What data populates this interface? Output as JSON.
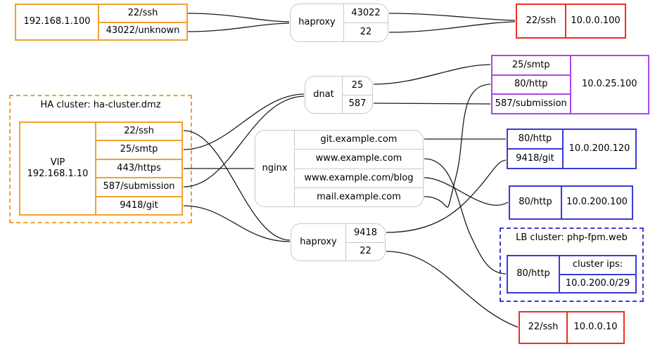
{
  "colors": {
    "orange": "#f0a030",
    "red": "#ee2e24",
    "purple": "#ab47e8",
    "blue": "#3a3ad6",
    "gray_node_border": "#c9c9c9",
    "edge": "#1b1b1b",
    "background": "#ffffff"
  },
  "clusters": {
    "ha": {
      "title": "HA cluster: ha-cluster.dmz"
    },
    "lb": {
      "title": "LB cluster: php-fpm.web"
    }
  },
  "nodes": {
    "ext": {
      "name": "192.168.1.100",
      "ports": [
        "22/ssh",
        "43022/unknown"
      ]
    },
    "haproxy1": {
      "label": "haproxy",
      "ports": [
        "43022",
        "22"
      ]
    },
    "sshTarget100": {
      "ports": [
        "22/ssh"
      ],
      "addr": "10.0.0.100"
    },
    "vip": {
      "title": "VIP",
      "addr": "192.168.1.10",
      "ports": [
        "22/ssh",
        "25/smtp",
        "443/https",
        "587/submission",
        "9418/git"
      ]
    },
    "dnat": {
      "label": "dnat",
      "ports": [
        "25",
        "587"
      ]
    },
    "nginx": {
      "label": "nginx",
      "vhosts": [
        "git.example.com",
        "www.example.com",
        "www.example.com/blog",
        "mail.example.com"
      ]
    },
    "haproxy2": {
      "label": "haproxy",
      "ports": [
        "9418",
        "22"
      ]
    },
    "mailHost": {
      "ports": [
        "25/smtp",
        "80/http",
        "587/submission"
      ],
      "addr": "10.0.25.100"
    },
    "gitHost": {
      "ports": [
        "80/http",
        "9418/git"
      ],
      "addr": "10.0.200.120"
    },
    "webHost": {
      "ports": [
        "80/http"
      ],
      "addr": "10.0.200.100"
    },
    "lbHost": {
      "ports": [
        "80/http"
      ],
      "addr_label": "cluster ips:",
      "addr": "10.0.200.0/29"
    },
    "sshTarget10": {
      "ports": [
        "22/ssh"
      ],
      "addr": "10.0.0.10"
    }
  },
  "edges": [
    {
      "from": "192.168.1.100:22/ssh",
      "to": "haproxy(top)"
    },
    {
      "from": "192.168.1.100:43022/unknown",
      "to": "haproxy(top)"
    },
    {
      "from": "haproxy(top):43022",
      "to": "10.0.0.100:22/ssh"
    },
    {
      "from": "haproxy(top):22",
      "to": "10.0.0.100:22/ssh"
    },
    {
      "from": "VIP:22/ssh",
      "to": "haproxy(bottom)"
    },
    {
      "from": "VIP:25/smtp",
      "to": "dnat"
    },
    {
      "from": "VIP:443/https",
      "to": "nginx"
    },
    {
      "from": "VIP:587/submission",
      "to": "dnat"
    },
    {
      "from": "VIP:9418/git",
      "to": "haproxy(bottom)"
    },
    {
      "from": "dnat:25",
      "to": "10.0.25.100:25/smtp"
    },
    {
      "from": "dnat:587",
      "to": "10.0.25.100:587/submission"
    },
    {
      "from": "nginx:git.example.com",
      "to": "10.0.200.120:80/http"
    },
    {
      "from": "nginx:www.example.com",
      "to": "lb-cluster:80/http"
    },
    {
      "from": "nginx:www.example.com/blog",
      "to": "10.0.200.100:80/http"
    },
    {
      "from": "nginx:mail.example.com",
      "to": "10.0.25.100:80/http"
    },
    {
      "from": "haproxy(bottom):9418",
      "to": "10.0.200.120:9418/git"
    },
    {
      "from": "haproxy(bottom):22",
      "to": "10.0.0.10:22/ssh"
    }
  ]
}
